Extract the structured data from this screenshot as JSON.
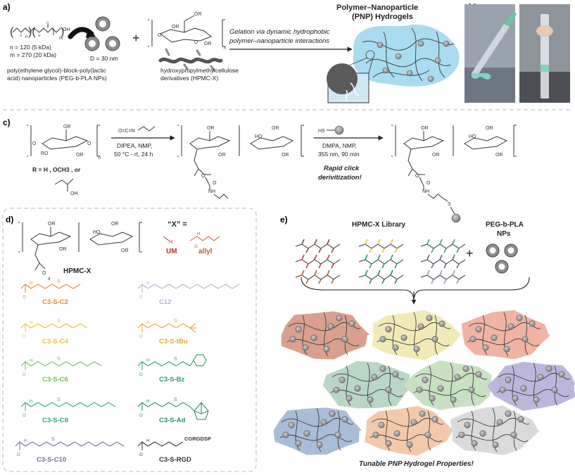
{
  "panels": {
    "a": "a)",
    "b": "b)",
    "c": "c)",
    "d": "d)",
    "e": "e)"
  },
  "panel_a": {
    "polymer_n": "n = 120 (5 kDa)",
    "polymer_m": "m = 270 (20 kDa)",
    "np_d": "D = 30 nm",
    "np_line1": "poly(ethylene glycol)-block-poly(lactic",
    "np_line2": "acid) nanoparticles (PEG-b-PLA NPs)",
    "hpmc_line1": "hydroxypropylmethylcellulose",
    "hpmc_line2": "derivatives (HPMC-X)",
    "plus": "+",
    "arrow_line1": "Gelation via dynamic hydrophobic",
    "arrow_line2": "polymer–nanoparticle interactions",
    "title_line1": "Polymer–Nanoparticle",
    "title_line2": "(PNP) Hydrogels"
  },
  "panel_c": {
    "r_def": "R = H , OCH3 , or",
    "step1_l1": "DIPEA, NMP,",
    "step1_l2": "50 °C - rt, 24 h",
    "step2_l1": "DMPA, NMP,",
    "step2_l2": "355 nm, 90 min",
    "click_l1": "Rapid click",
    "click_l2": "derivitization!",
    "hs": "HS"
  },
  "panel_d": {
    "x_eq": "“X” =",
    "title": "HPMC-X",
    "um": "UM",
    "allyl": "allyl",
    "items": [
      {
        "label": "C3-S-C2",
        "color": "#e08a2c"
      },
      {
        "label": "C12",
        "color": "#b7b3cf"
      },
      {
        "label": "C3-S-C4",
        "color": "#e8c52c"
      },
      {
        "label": "C3-S-tBu",
        "color": "#e0a82c"
      },
      {
        "label": "C3-S-C6",
        "color": "#6fbd54"
      },
      {
        "label": "C3-S-Bz",
        "color": "#2f9d68"
      },
      {
        "label": "C3-S-C8",
        "color": "#2ca880"
      },
      {
        "label": "C3-S-Ad",
        "color": "#2e8a74"
      },
      {
        "label": "C3-S-C10",
        "color": "#6b7391"
      },
      {
        "label": "C3-S-RGD",
        "color": "#333333"
      }
    ],
    "rgd_seq": "CGRGDSP"
  },
  "panel_e": {
    "library": "HPMC-X Library",
    "nps_l1": "PEG-b-PLA",
    "nps_l2": "NPs",
    "plus": "+",
    "footer": "Tunable PNP Hydrogel Properties!",
    "blob_colors": [
      "#d9a08f",
      "#f1eab8",
      "#f0b3a4",
      "#b9d6c6",
      "#c7e1c2",
      "#bdb6dc",
      "#a9bdd6",
      "#f3c9ab",
      "#dadada"
    ]
  },
  "colors": {
    "accent_blue": "#a9dcf0",
    "nanoparticle": "#9a9a9a",
    "um": "#b0352c",
    "allyl": "#c0583a"
  }
}
